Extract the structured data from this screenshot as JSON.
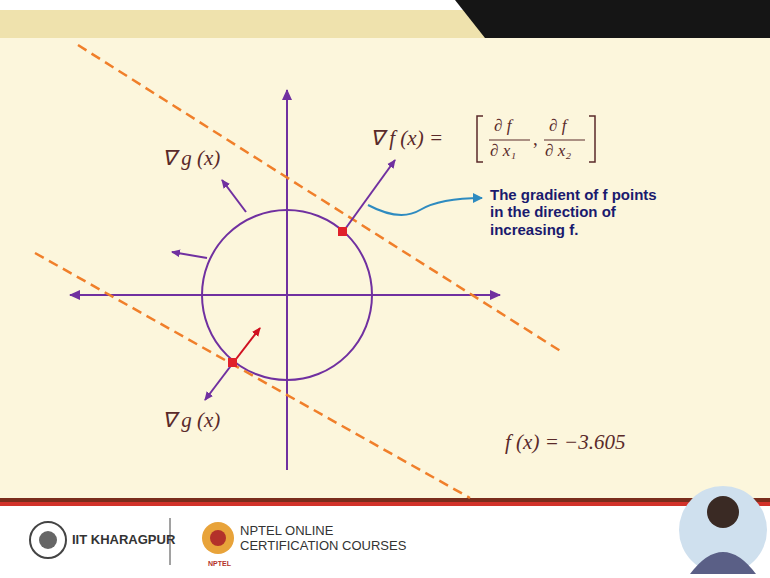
{
  "diagram": {
    "labels": [
      "∇ f (x) =",
      "∂ f",
      "∂ x₁",
      ",",
      "∂ f",
      "∂ x₂",
      "The gradient of f points in the direction of increasing f.",
      "∇ g (x)",
      "∇ g (x)",
      "f (x) = −3.605",
      "IIT KHARAGPUR",
      "NPTEL ONLINE CERTIFICATION COURSES",
      "NPTEL"
    ]
  }
}
